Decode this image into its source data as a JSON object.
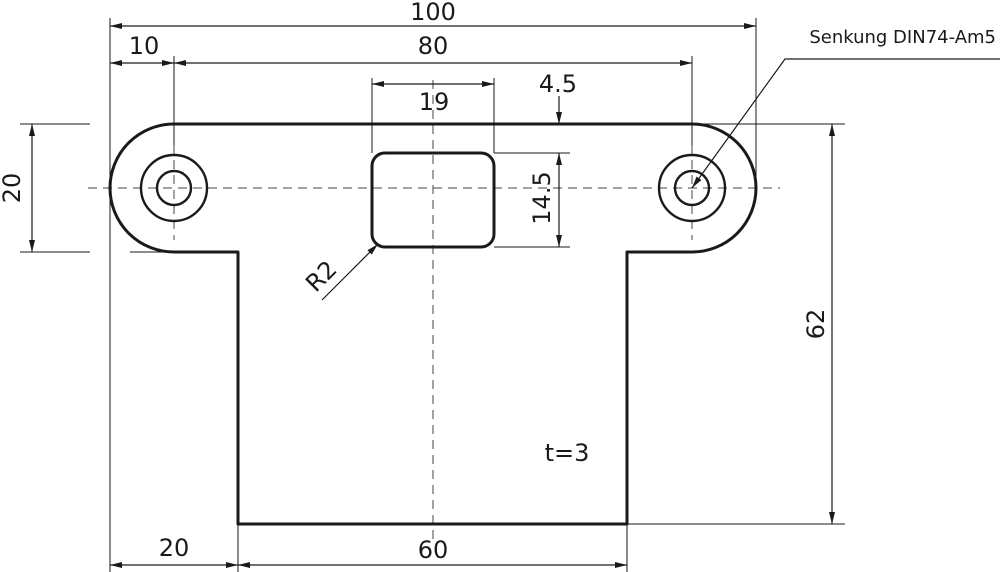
{
  "dimensions": {
    "overall_width": "100",
    "edge_to_hole": "10",
    "hole_spacing": "80",
    "slot_width": "19",
    "slot_offset": "4.5",
    "flange_height": "20",
    "slot_height": "14.5",
    "corner_radius": "R2",
    "total_height": "62",
    "left_margin": "20",
    "tongue_width": "60"
  },
  "notes": {
    "thickness": "t=3",
    "countersink": "Senkung DIN74-Am5"
  }
}
